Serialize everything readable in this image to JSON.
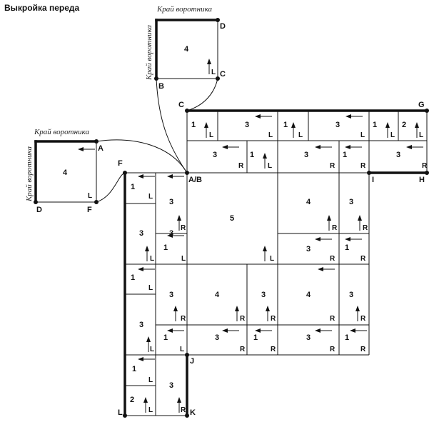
{
  "title": "Выкройка переда",
  "collar_edge": "Край воротника",
  "points": {
    "A": "A",
    "AB": "A/B",
    "B": "B",
    "C": "C",
    "D": "D",
    "F": "F",
    "G": "G",
    "H": "H",
    "I": "I",
    "J": "J",
    "K": "K",
    "L": "L"
  },
  "pieces": [
    {
      "num": "4",
      "lr": "L"
    },
    {
      "num": "4",
      "lr": "L"
    },
    {
      "num": "1",
      "lr": "L"
    },
    {
      "num": "3",
      "lr": "L"
    },
    {
      "num": "1",
      "lr": "L"
    },
    {
      "num": "3",
      "lr": "L"
    },
    {
      "num": "1",
      "lr": "L"
    },
    {
      "num": "2",
      "lr": "L"
    },
    {
      "num": "3",
      "lr": "R"
    },
    {
      "num": "1",
      "lr": "L"
    },
    {
      "num": "3",
      "lr": "R"
    },
    {
      "num": "1",
      "lr": "R"
    },
    {
      "num": "3",
      "lr": "R"
    },
    {
      "num": "1",
      "lr": "L"
    },
    {
      "num": "3",
      "lr": ""
    },
    {
      "num": "5",
      "lr": "L"
    },
    {
      "num": "4",
      "lr": "R"
    },
    {
      "num": "3",
      "lr": "R"
    },
    {
      "num": "3",
      "lr": "L"
    },
    {
      "num": "1",
      "lr": "L"
    },
    {
      "num": "3",
      "lr": "R"
    },
    {
      "num": "3",
      "lr": "R"
    },
    {
      "num": "1",
      "lr": "R"
    },
    {
      "num": "1",
      "lr": "L"
    },
    {
      "num": "3",
      "lr": "R"
    },
    {
      "num": "4",
      "lr": "R"
    },
    {
      "num": "3",
      "lr": "R"
    },
    {
      "num": "4",
      "lr": "R"
    },
    {
      "num": "3",
      "lr": "R"
    },
    {
      "num": "3",
      "lr": "L"
    },
    {
      "num": "1",
      "lr": "L"
    },
    {
      "num": "3",
      "lr": "R"
    },
    {
      "num": "1",
      "lr": "R"
    },
    {
      "num": "3",
      "lr": "R"
    },
    {
      "num": "1",
      "lr": "R"
    },
    {
      "num": "1",
      "lr": "L"
    },
    {
      "num": "2",
      "lr": "L"
    },
    {
      "num": "3",
      "lr": "R"
    }
  ]
}
